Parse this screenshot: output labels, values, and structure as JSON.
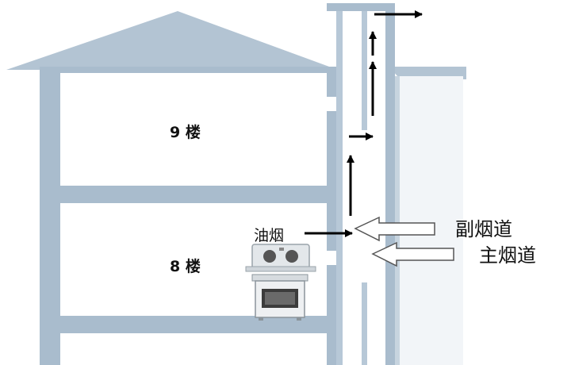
{
  "labels": {
    "floor_9": "9 楼",
    "floor_8": "8 楼",
    "oil_smoke": "油烟",
    "sub_flue": "副烟道",
    "main_flue": "主烟道"
  },
  "colors": {
    "wall": "#a9bccd",
    "wall_light": "#b7c8d7",
    "arrow": "#000000",
    "text": "#111111"
  },
  "icons": [
    "range-hood-icon",
    "stove-cabinet-icon"
  ]
}
